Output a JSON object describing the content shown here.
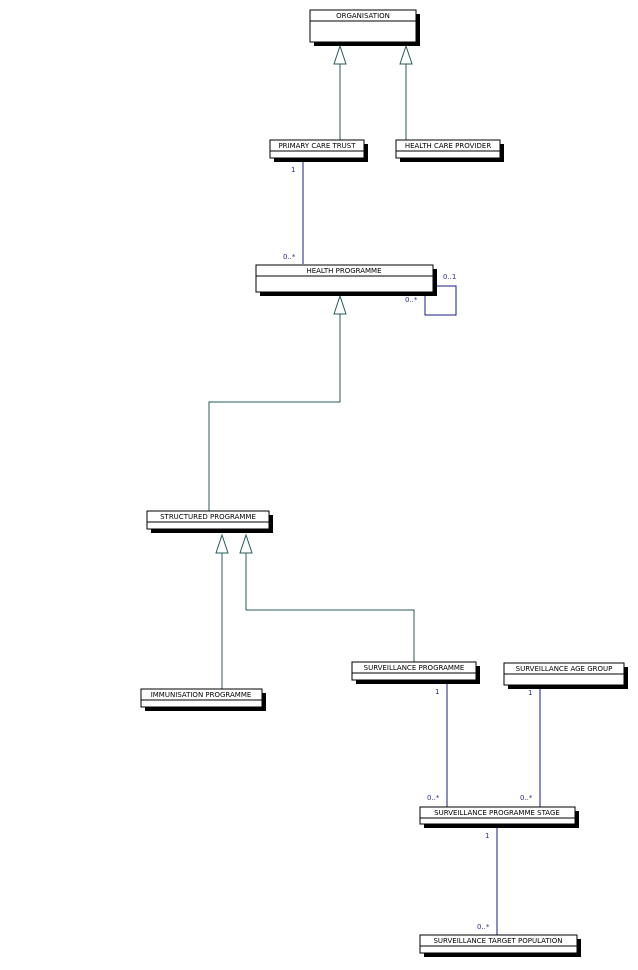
{
  "classes": {
    "organisation": "ORGANISATION",
    "primary_care_trust": "PRIMARY CARE TRUST",
    "health_care_provider": "HEALTH CARE PROVIDER",
    "health_programme": "HEALTH PROGRAMME",
    "structured_programme": "STRUCTURED PROGRAMME",
    "immunisation_programme": "IMMUNISATION PROGRAMME",
    "surveillance_programme": "SURVEILLANCE PROGRAMME",
    "surveillance_age_group": "SURVEILLANCE AGE GROUP",
    "surveillance_programme_stage": "SURVEILLANCE PROGRAMME STAGE",
    "surveillance_target_population": "SURVEILLANCE TARGET POPULATION"
  },
  "multiplicities": {
    "pct_to_hp_source": "1",
    "pct_to_hp_target": "0..*",
    "hp_self_source": "0..1",
    "hp_self_target": "0..*",
    "sp_to_sps_source": "1",
    "sp_to_sps_target": "0..*",
    "sag_to_sps_source": "1",
    "sag_to_sps_target": "0..*",
    "sps_to_stp_source": "1",
    "sps_to_stp_target": "0..*"
  },
  "colors": {
    "association_line": "#1a1a8c",
    "generalization_line": "#2a5a5a",
    "multiplicity_text": "#2a2a9a"
  }
}
